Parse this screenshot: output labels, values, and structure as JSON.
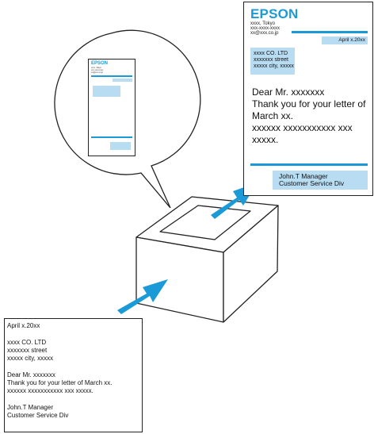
{
  "output_letter": {
    "logo": "EPSON",
    "header_line1": "xxxx, Tokyo",
    "header_line2": "xxx-xxxx-xxxx",
    "header_line3": "xx@xxx.co.jp",
    "date": "April x.20xx",
    "address": [
      "xxxx CO. LTD",
      "xxxxxxx street",
      "xxxxx city, xxxxx"
    ],
    "body": [
      "Dear Mr. xxxxxxx",
      "Thank you for your letter of",
      "March xx.",
      "xxxxxx xxxxxxxxxxx xxx",
      "xxxxx."
    ],
    "signature": [
      "John.T Manager",
      "Customer Service Div"
    ]
  },
  "mini_letter": {
    "logo": "EPSON",
    "header_lines": [
      "xxxx, Tokyo",
      "xxx-xxxx-xxxx",
      "xx@xxx.co.jp"
    ]
  },
  "input_letter": {
    "date": "April x.20xx",
    "address": [
      "xxxx CO. LTD",
      "xxxxxxx street",
      "xxxxx city, xxxxx"
    ],
    "body": [
      "Dear Mr. xxxxxxx",
      "Thank you for your letter of March xx.",
      "xxxxxx xxxxxxxxxxx xxx xxxxx."
    ],
    "signature": [
      "John.T Manager",
      "Customer Service Div"
    ]
  },
  "colors": {
    "accent_blue": "#1a9ad6",
    "highlight_blue": "#b8dcf2",
    "line": "#222222"
  }
}
